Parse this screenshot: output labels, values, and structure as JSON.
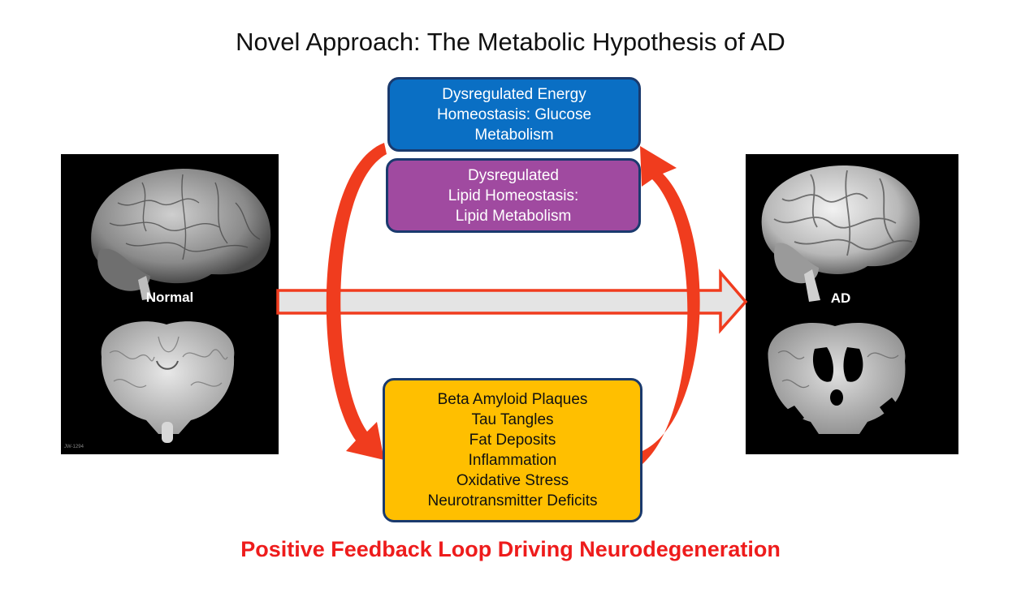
{
  "title": "Novel Approach: The Metabolic Hypothesis of AD",
  "left_panel": {
    "label": "Normal",
    "tiny_text": "JW-1294"
  },
  "right_panel": {
    "label": "AD"
  },
  "boxes": {
    "energy": {
      "lines": [
        "Dysregulated Energy",
        "Homeostasis: Glucose",
        "Metabolism"
      ],
      "color": "#0a6fc4"
    },
    "lipid": {
      "lines": [
        "Dysregulated",
        "Lipid Homeostasis:",
        "Lipid Metabolism"
      ],
      "color": "#a04aa0"
    },
    "pathology": {
      "lines": [
        "Beta Amyloid Plaques",
        "Tau Tangles",
        "Fat Deposits",
        "Inflammation",
        "Oxidative Stress",
        "Neurotransmitter Deficits"
      ],
      "color": "#ffbf00"
    }
  },
  "caption": "Positive Feedback Loop Driving Neurodegeneration",
  "colors": {
    "arrow": "#f03c1e",
    "caption": "#ee1c1c",
    "box_border": "#1a3a6e"
  }
}
